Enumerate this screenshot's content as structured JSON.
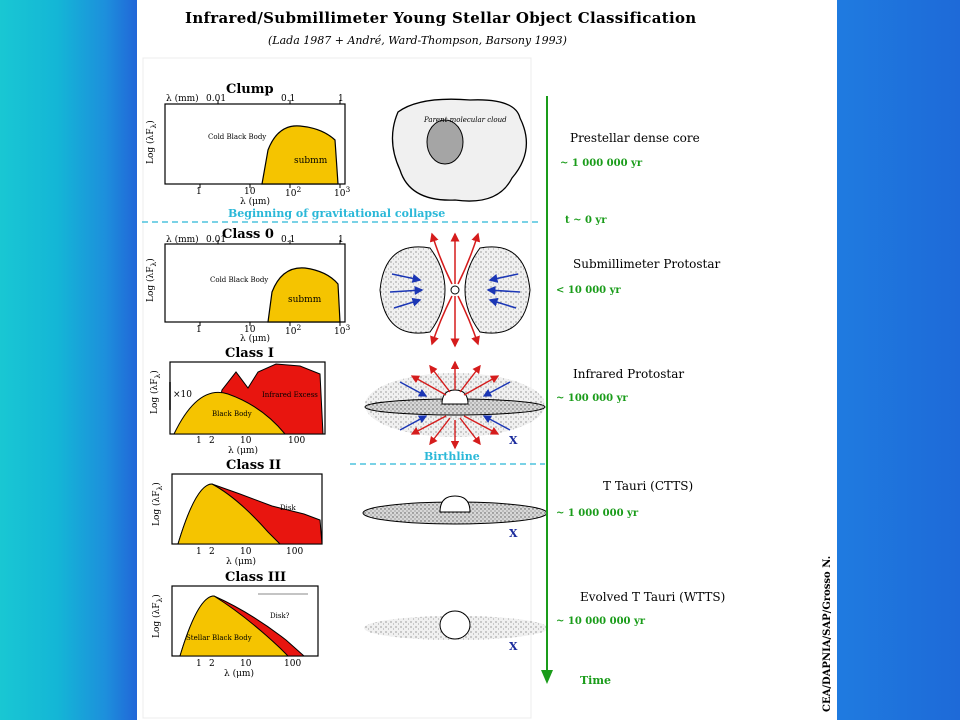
{
  "colors": {
    "accent_green": "#1a9c1a",
    "accent_cyan": "#2ab8d8",
    "sed_yellow": "#f5c400",
    "sed_red": "#e8150f",
    "bg_left": "#19c7d3",
    "bg_right": "#1f7be0"
  },
  "header": {
    "title": "Infrared/Submillimeter Young Stellar Object Classification",
    "subtitle": "(Lada 1987 + André, Ward-Thompson, Barsony 1993)"
  },
  "plots": {
    "ylabel": "Log (λF",
    "ylabel_sub": "λ",
    "ylabel_close": ")",
    "xlabel_um": "λ (μm)",
    "xlabel_mm": "λ (mm)",
    "mm_ticks": [
      "0.01",
      "0.1",
      "1"
    ],
    "um_ticks_far": [
      "1",
      "10",
      "10",
      "10"
    ],
    "um_ticks_far_sup": [
      "",
      "",
      "2",
      "3"
    ],
    "um_ticks_near": [
      "1",
      "2",
      "10",
      "100"
    ]
  },
  "classes": [
    {
      "name": "Clump",
      "body": "Cold Black Body",
      "fill": "submm",
      "sketch": "Parent molecular cloud",
      "stage": "Prestellar dense core",
      "age": "~ 1 000 000 yr"
    },
    {
      "name": "Class 0",
      "body": "Cold Black Body",
      "fill": "submm",
      "stage": "Submillimeter Protostar",
      "age": "< 10 000 yr"
    },
    {
      "name": "Class I",
      "body": "Black Body",
      "excess": "Infrared Excess",
      "factor": "×10",
      "stage": "Infrared Protostar",
      "age": "~ 100 000 yr",
      "marker": "X"
    },
    {
      "name": "Class II",
      "excess": "Disk",
      "stage": "T Tauri (CTTS)",
      "age": "~ 1 000 000 yr",
      "marker": "X"
    },
    {
      "name": "Class III",
      "body": "Stellar Black Body",
      "excess": "Disk?",
      "stage": "Evolved T Tauri (WTTS)",
      "age": "~ 10 000 000 yr",
      "marker": "X"
    }
  ],
  "dividers": {
    "collapse": "Beginning of gravitational collapse",
    "t0": "t ~ 0 yr",
    "birthline": "Birthline"
  },
  "timeline": {
    "label": "Time"
  },
  "credit": "CEA/DAPNIA/SAP/Grosso N."
}
